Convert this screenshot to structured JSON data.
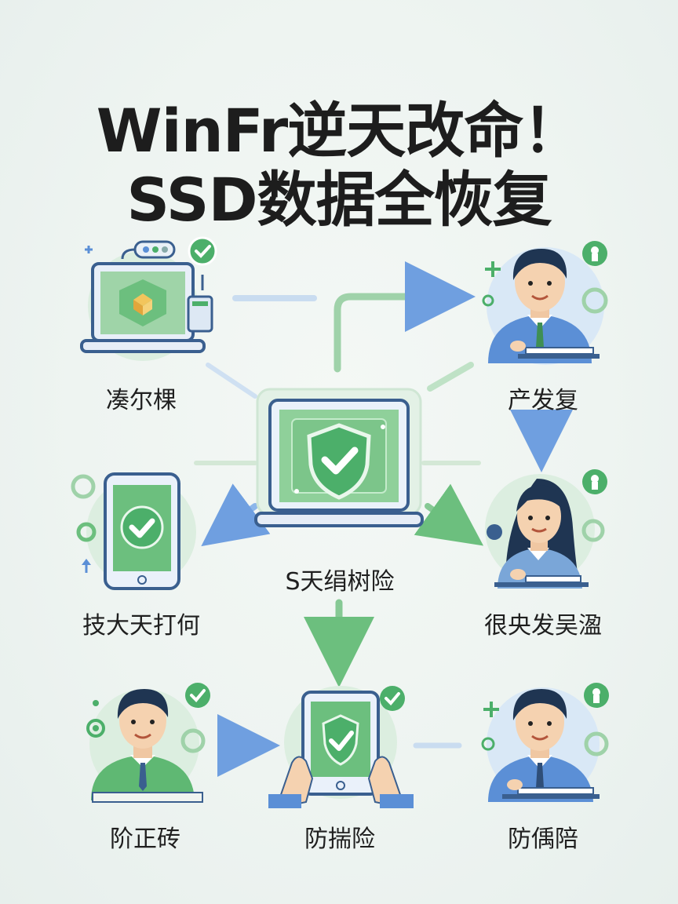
{
  "title": {
    "line1": "WinFr逆天改命！",
    "line2": "SSD数据全恢复"
  },
  "colors": {
    "green": "#4caf6a",
    "green_light": "#cfe9d3",
    "blue": "#5b8fd6",
    "blue_light": "#d6e4f5",
    "dark": "#1d1d1d"
  },
  "nodes": {
    "top_left": {
      "label": "凑尔棵",
      "icon": "laptop-icon"
    },
    "top_right": {
      "label": "产发复",
      "icon": "person-icon"
    },
    "center": {
      "label": "S天绢树险",
      "icon": "shield-check-icon"
    },
    "mid_left": {
      "label": "技大天打何",
      "icon": "tablet-icon"
    },
    "mid_right": {
      "label": "很央发吴溋",
      "icon": "woman-icon"
    },
    "bottom_left": {
      "label": "阶正砖",
      "icon": "person-icon"
    },
    "bottom_center": {
      "label": "防揣险",
      "icon": "hands-tablet-icon"
    },
    "bottom_right": {
      "label": "防偊陪",
      "icon": "person-icon"
    }
  }
}
